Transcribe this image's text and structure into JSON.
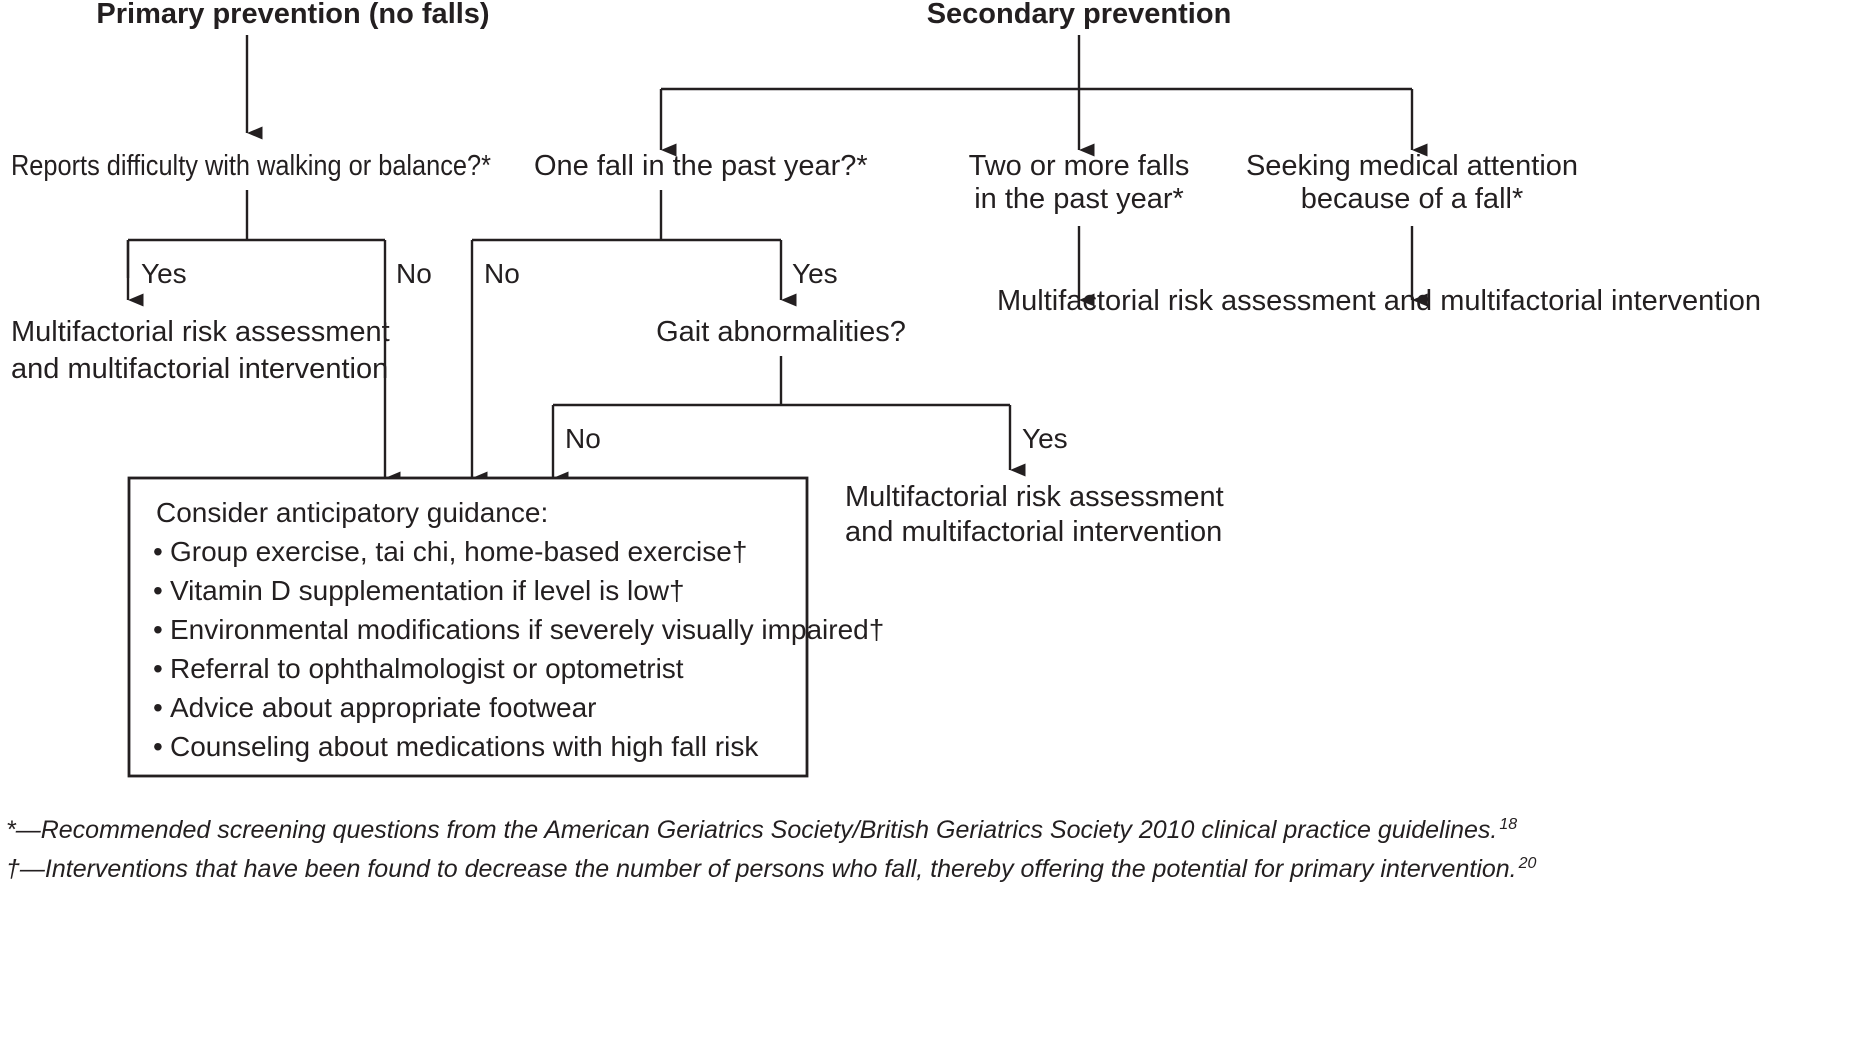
{
  "figure": {
    "type": "flowchart",
    "title_primary": "Primary prevention (no falls)",
    "title_secondary": "Secondary prevention"
  },
  "nodes": {
    "primary_question": "Reports difficulty with walking or balance?*",
    "one_fall": "One fall in the past year?*",
    "two_or_more_line1": "Two or more falls",
    "two_or_more_line2": "in the past year*",
    "seeking_line1": "Seeking medical attention",
    "seeking_line2": "because of a fall*",
    "gait": "Gait abnormalities?",
    "mfa_left_line1": "Multifactorial risk assessment",
    "mfa_left_line2": "and multifactorial intervention",
    "mfa_right_full": "Multifactorial risk assessment and multifactorial intervention",
    "mfa_gait_line1": "Multifactorial risk assessment",
    "mfa_gait_line2": "and multifactorial intervention"
  },
  "branch_labels": {
    "primary_yes": "Yes",
    "primary_no": "No",
    "one_fall_no": "No",
    "one_fall_yes": "Yes",
    "gait_no": "No",
    "gait_yes": "Yes"
  },
  "guidance_box": {
    "heading": "Consider anticipatory guidance:",
    "bullet_marker": "•",
    "items": [
      "Group exercise, tai chi, home-based exercise†",
      "Vitamin D supplementation if level is low†",
      "Environmental modifications if severely visually impaired†",
      "Referral to ophthalmologist or optometrist",
      "Advice about appropriate footwear",
      "Counseling about medications with high fall risk"
    ]
  },
  "footnotes": [
    {
      "text": "*—Recommended screening questions from the American Geriatrics Society/British Geriatrics Society 2010 clinical practice guidelines.",
      "sup": "18"
    },
    {
      "text": "†—Interventions that have been found to decrease the number of persons who fall, thereby offering the potential for primary intervention.",
      "sup": "20"
    }
  ],
  "colors": {
    "ink": "#231f20",
    "background": "#ffffff"
  }
}
